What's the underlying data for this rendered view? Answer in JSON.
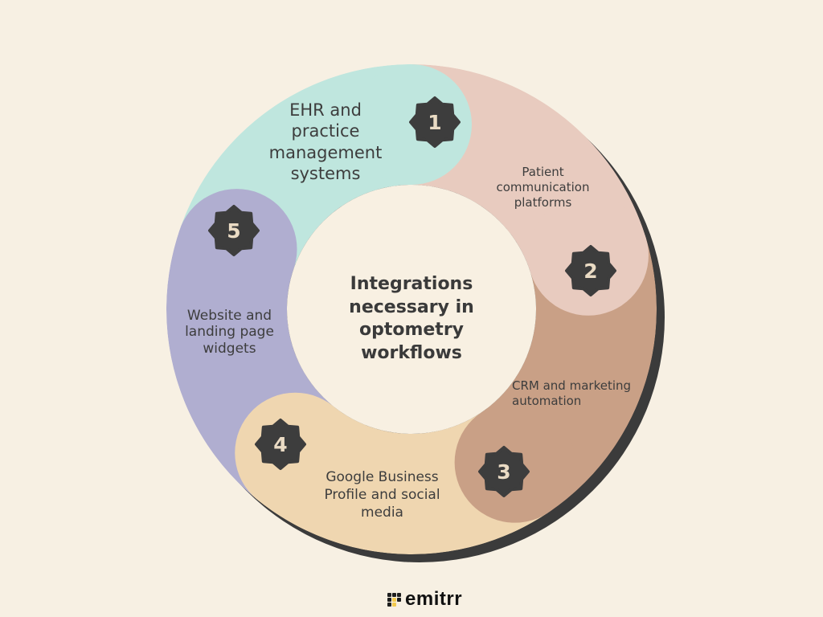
{
  "title": "Integrations necessary in optometry workflows",
  "title_lines": [
    "Integrations",
    "necessary in",
    "optometry",
    "workflows"
  ],
  "segments": [
    {
      "number": "1",
      "label": "EHR and practice management systems",
      "color": "#bfe6de"
    },
    {
      "number": "2",
      "label": "Patient communication platforms",
      "color": "#e8cbbf"
    },
    {
      "number": "3",
      "label": "CRM and marketing automation",
      "color": "#c9a086"
    },
    {
      "number": "4",
      "label": "Google Business Profile and social media",
      "color": "#efd6b0"
    },
    {
      "number": "5",
      "label": "Website and landing page widgets",
      "color": "#b0aed0"
    }
  ],
  "brand": {
    "name": "emitrr"
  },
  "colors": {
    "background": "#f7f0e3",
    "badge": "#3d3d3d",
    "badge_text": "#eadbc4",
    "shadow": "#3b3b3b",
    "inner": "#f8f0e2"
  }
}
